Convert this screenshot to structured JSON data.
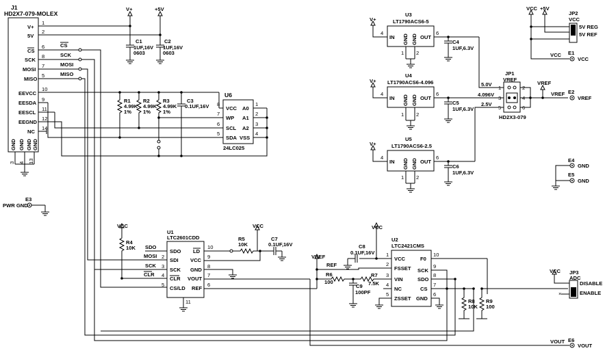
{
  "connector_j1": {
    "ref": "J1",
    "part": "HD2X7-079-MOLEX",
    "pins": [
      {
        "num": "1",
        "label": "V+"
      },
      {
        "num": "2",
        "label": "5V"
      },
      {
        "num": "6",
        "label": "CS"
      },
      {
        "num": "8",
        "label": "SCK"
      },
      {
        "num": "7",
        "label": "MOSI"
      },
      {
        "num": "5",
        "label": "MISO"
      },
      {
        "num": "10",
        "label": "EEVCC"
      },
      {
        "num": "9",
        "label": "EESDA"
      },
      {
        "num": "11",
        "label": "EESCL"
      },
      {
        "num": "12",
        "label": "EEGND"
      },
      {
        "num": "14",
        "label": "NC"
      }
    ],
    "gnd_labels": [
      "GND",
      "GND",
      "GND",
      "GND"
    ],
    "gnd_pins": [
      "3",
      "4",
      "13"
    ]
  },
  "nets": {
    "vplus": "V+",
    "plus5v": "+5V",
    "vcc": "VCC",
    "vref": "VREF",
    "ref": "REF",
    "vout": "VOUT",
    "cs": "CS",
    "sck": "SCK",
    "mosi": "MOSI",
    "miso": "MISO",
    "sdo": "SDO",
    "clr": "CLR",
    "v5_0": "5.0V",
    "v4_096": "4.096V",
    "v2_5": "2.5V"
  },
  "passives": {
    "c1": {
      "ref": "C1",
      "value": "1UF,16V",
      "pkg": "0603"
    },
    "c2": {
      "ref": "C2",
      "value": "1UF,16V",
      "pkg": "0603"
    },
    "r1": {
      "ref": "R1",
      "value": "4.99K",
      "tol": "1%"
    },
    "r2": {
      "ref": "R2",
      "value": "4.99K",
      "tol": "1%"
    },
    "r3": {
      "ref": "R3",
      "value": "4.99K",
      "tol": "1%"
    },
    "c3": {
      "ref": "C3",
      "value": "0.1UF,16V"
    },
    "c4": {
      "ref": "C4",
      "value": "1UF,6.3V"
    },
    "c5": {
      "ref": "C5",
      "value": "1UF,6.3V"
    },
    "c6": {
      "ref": "C6",
      "value": "1UF,6.3V"
    },
    "r4": {
      "ref": "R4",
      "value": "10K"
    },
    "r5": {
      "ref": "R5",
      "value": "10K"
    },
    "c7": {
      "ref": "C7",
      "value": "0.1UF,16V"
    },
    "c8": {
      "ref": "C8",
      "value": "0.1UF,16V"
    },
    "r6": {
      "ref": "R6",
      "value": "100"
    },
    "r7": {
      "ref": "R7",
      "value": "7.5K"
    },
    "c9": {
      "ref": "C9",
      "value": "100PF"
    },
    "r8": {
      "ref": "R8",
      "value": "10K"
    },
    "r9": {
      "ref": "R9",
      "value": "100"
    }
  },
  "eeprom_u6": {
    "ref": "U6",
    "part": "24LC025",
    "left_pins": [
      {
        "num": "8",
        "label": "VCC"
      },
      {
        "num": "7",
        "label": "WP"
      },
      {
        "num": "6",
        "label": "SCL"
      },
      {
        "num": "5",
        "label": "SDA"
      }
    ],
    "right_pins": [
      {
        "num": "1",
        "label": "A0"
      },
      {
        "num": "2",
        "label": "A1"
      },
      {
        "num": "3",
        "label": "A2"
      },
      {
        "num": "4",
        "label": "VSS"
      }
    ]
  },
  "regulators": [
    {
      "ref": "U3",
      "part": "LT1790ACS6-5",
      "in": "IN",
      "out": "OUT",
      "gnd": "GND",
      "in_pin": "4",
      "out_pin": "6",
      "gnd_pins": [
        "1",
        "2"
      ]
    },
    {
      "ref": "U4",
      "part": "LT1790ACS6-4.096",
      "in": "IN",
      "out": "OUT",
      "gnd": "GND",
      "in_pin": "4",
      "out_pin": "6",
      "gnd_pins": [
        "1",
        "2"
      ]
    },
    {
      "ref": "U5",
      "part": "LT1790ACS6-2.5",
      "in": "IN",
      "out": "OUT",
      "gnd": "GND",
      "in_pin": "4",
      "out_pin": "6",
      "gnd_pins": [
        "1",
        "2"
      ]
    }
  ],
  "jumper_jp1": {
    "ref": "JP1",
    "name": "VREF",
    "part": "HD2X3-079",
    "pins": [
      "1",
      "2",
      "3",
      "4",
      "5",
      "6"
    ]
  },
  "jumper_jp2": {
    "ref": "JP2",
    "name": "VCC",
    "opt1": "5V REG",
    "opt2": "5V REF"
  },
  "jumper_jp3": {
    "ref": "JP3",
    "name": "ADC",
    "opt1": "DISABLE",
    "opt2": "ENABLE"
  },
  "testpoints": [
    {
      "ref": "E1",
      "label": "VCC"
    },
    {
      "ref": "E2",
      "label": "VREF"
    },
    {
      "ref": "E4",
      "label": "GND"
    },
    {
      "ref": "E5",
      "label": "GND"
    },
    {
      "ref": "E3",
      "label": "PWR GND"
    },
    {
      "ref": "E6",
      "label": "VOUT"
    }
  ],
  "dac_u1": {
    "ref": "U1",
    "part": "LTC2601CDD",
    "left_pins": [
      {
        "num": "",
        "label": "SDO"
      },
      {
        "num": "2",
        "label": "SDI"
      },
      {
        "num": "3",
        "label": "SCK"
      },
      {
        "num": "4",
        "label": "CLR"
      },
      {
        "num": "5",
        "label": "CS/LD"
      }
    ],
    "right_pins": [
      {
        "num": "10",
        "label": "LD"
      },
      {
        "num": "9",
        "label": "VCC"
      },
      {
        "num": "8",
        "label": "GND"
      },
      {
        "num": "7",
        "label": "VOUT"
      },
      {
        "num": "6",
        "label": "REF"
      }
    ],
    "gnd_pin": "11"
  },
  "adc_u2": {
    "ref": "U2",
    "part": "LTC2421CMS",
    "left_pins": [
      {
        "num": "1",
        "label": "VCC"
      },
      {
        "num": "2",
        "label": "FSSET"
      },
      {
        "num": "3",
        "label": "VIN"
      },
      {
        "num": "4",
        "label": "NC"
      },
      {
        "num": "5",
        "label": "ZSSET"
      }
    ],
    "right_pins": [
      {
        "num": "10",
        "label": "F0"
      },
      {
        "num": "9",
        "label": "SCK"
      },
      {
        "num": "8",
        "label": "SDO"
      },
      {
        "num": "7",
        "label": "CS"
      },
      {
        "num": "6",
        "label": "GND"
      }
    ]
  }
}
